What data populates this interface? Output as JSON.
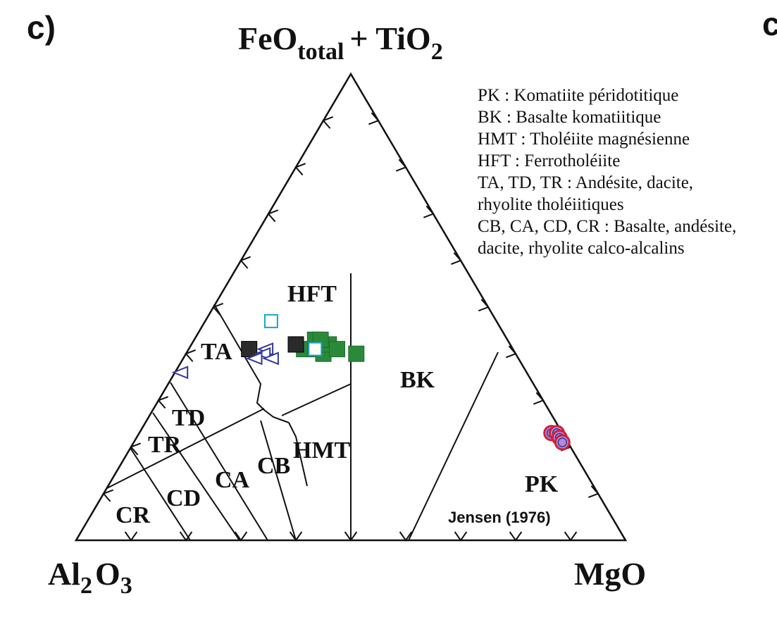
{
  "panel_left": "c)",
  "panel_right": "c",
  "vertex_top": {
    "main": "FeO",
    "sub": "total",
    "rest": "+ TiO",
    "sub2": "2"
  },
  "vertex_left": {
    "a": "Al",
    "sub1": "2",
    "b": "O",
    "sub2": "3"
  },
  "vertex_right": "MgO",
  "fields": {
    "HFT": "HFT",
    "BK": "BK",
    "PK": "PK",
    "HMT": "HMT",
    "TA": "TA",
    "TD": "TD",
    "TR": "TR",
    "CB": "CB",
    "CA": "CA",
    "CD": "CD",
    "CR": "CR"
  },
  "legend": [
    "PK : Komatiite péridotitique",
    "BK : Basalte komatiitique",
    "HMT : Tholéiite magnésienne",
    "HFT : Ferrotholéiite",
    "TA, TD, TR : Andésite, dacite,",
    "rhyolite tholéiitiques",
    "CB, CA, CD, CR : Basalte, andésite,",
    "dacite, rhyolite calco-alcalins"
  ],
  "reference": "Jensen (1976)",
  "colors": {
    "green": "#2a8a3a",
    "dark": "#2a2a2a",
    "cyan": "#1aa3c8",
    "blue": "#2f3a9c",
    "red": "#d0203a",
    "lilac": "#b58ad6"
  },
  "chart_data": {
    "type": "scatter",
    "diagram": "ternary",
    "apices": {
      "top": "FeO total + TiO2",
      "left": "Al2O3",
      "right": "MgO"
    },
    "series": [
      {
        "marker": "filled-square-green",
        "color": "#2a8a3a",
        "points": [
          {
            "al": 38,
            "mg": 21,
            "fe": 41
          },
          {
            "al": 36,
            "mg": 23,
            "fe": 41
          },
          {
            "al": 35,
            "mg": 22,
            "fe": 43
          },
          {
            "al": 35,
            "mg": 25,
            "fe": 40
          },
          {
            "al": 33,
            "mg": 25,
            "fe": 42
          },
          {
            "al": 34,
            "mg": 23,
            "fe": 43
          },
          {
            "al": 32,
            "mg": 27,
            "fe": 41
          },
          {
            "al": 29,
            "mg": 31,
            "fe": 40
          }
        ]
      },
      {
        "marker": "filled-square-dark",
        "color": "#2a2a2a",
        "points": [
          {
            "al": 48,
            "mg": 11,
            "fe": 41
          },
          {
            "al": 39,
            "mg": 19,
            "fe": 42
          }
        ]
      },
      {
        "marker": "open-square-cyan",
        "color": "#1aa3c8",
        "points": [
          {
            "al": 41,
            "mg": 12,
            "fe": 47
          },
          {
            "al": 36,
            "mg": 23,
            "fe": 41
          }
        ]
      },
      {
        "marker": "open-triangle-blue",
        "color": "#2f3a9c",
        "points": [
          {
            "al": 63,
            "mg": 1,
            "fe": 36
          },
          {
            "al": 45,
            "mg": 14,
            "fe": 41
          },
          {
            "al": 46,
            "mg": 14,
            "fe": 40
          },
          {
            "al": 45,
            "mg": 16,
            "fe": 39
          },
          {
            "al": 48,
            "mg": 13,
            "fe": 39
          }
        ]
      },
      {
        "marker": "lilac-circle-red-outline",
        "color": "#b58ad6",
        "points": [
          {
            "al": 2,
            "mg": 75,
            "fe": 23
          },
          {
            "al": 1,
            "mg": 76,
            "fe": 23
          },
          {
            "al": 1,
            "mg": 77,
            "fe": 22
          },
          {
            "al": 1,
            "mg": 78,
            "fe": 21
          }
        ]
      }
    ]
  }
}
